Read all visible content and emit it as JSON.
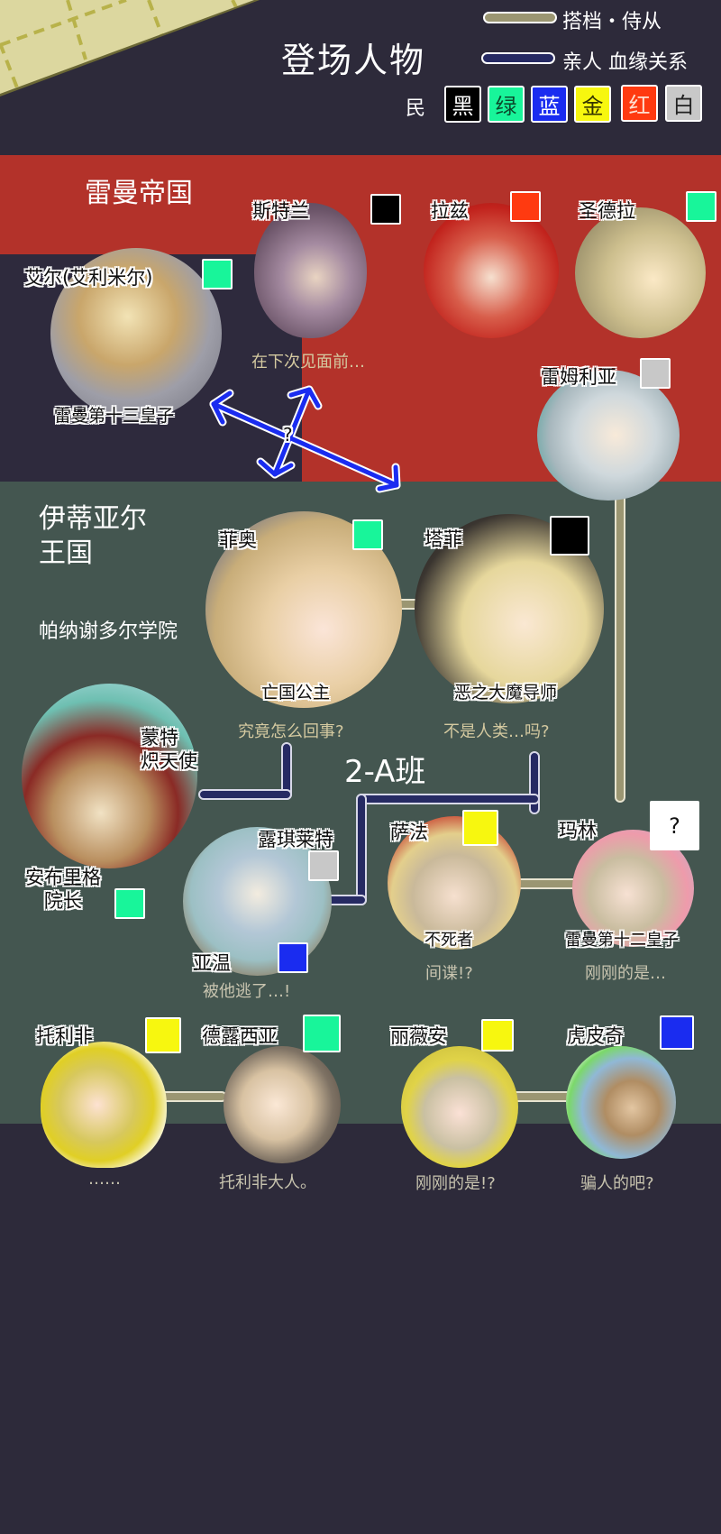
{
  "header": {
    "title": "登场人物",
    "legend": {
      "partner": {
        "label": "搭档・侍从",
        "color": "#9b9672"
      },
      "kin": {
        "label": "亲人 血缘关系",
        "color": "#262a63"
      }
    },
    "faction_label": "民",
    "factions": [
      {
        "label": "黑",
        "color": "#000000",
        "text": "#ffffff"
      },
      {
        "label": "绿",
        "color": "#18f59a",
        "text": "#0b4a2c"
      },
      {
        "label": "蓝",
        "color": "#1a2cf0",
        "text": "#ffffff"
      },
      {
        "label": "金",
        "color": "#f7f70f",
        "text": "#333300"
      },
      {
        "label": "红",
        "color": "#ff3a10",
        "text": "#ffe0d0"
      },
      {
        "label": "白",
        "color": "#c8c8c8",
        "text": "#222222"
      }
    ]
  },
  "regions": {
    "reman": {
      "title": "雷曼帝国",
      "color": "#b3322a"
    },
    "ital": {
      "title_line1": "伊蒂亚尔",
      "title_line2": "王国",
      "academy": "帕纳谢多尔学院",
      "color": "#445650"
    },
    "class": {
      "label": "2-A班"
    }
  },
  "relation_marker": "?",
  "characters": {
    "el": {
      "name": "艾尔(艾利米尔)",
      "title": "雷曼第十三皇子",
      "faction": "绿"
    },
    "stran": {
      "name": "斯特兰",
      "faction": "黑",
      "quote": "在下次见面前…"
    },
    "raz": {
      "name": "拉兹",
      "faction": "红"
    },
    "sandra": {
      "name": "圣德拉",
      "faction": "绿"
    },
    "lemuria": {
      "name": "雷姆利亚",
      "faction": "白"
    },
    "fio": {
      "name": "菲奥",
      "title": "亡国公主",
      "faction": "绿",
      "quote": "究竟怎么回事?"
    },
    "taphy": {
      "name": "塔菲",
      "title": "恶之大魔导师",
      "faction": "黑",
      "quote": "不是人类…吗?"
    },
    "mont": {
      "name_line1": "蒙特",
      "name_line2": "炽天使"
    },
    "ambrig": {
      "name_line1": "安布里格",
      "name_line2": "院长",
      "faction": "绿"
    },
    "luchilet": {
      "name": "露琪莱特",
      "faction": "白"
    },
    "yawen": {
      "name": "亚温",
      "faction": "蓝",
      "quote": "被他逃了…!"
    },
    "sapha": {
      "name": "萨法",
      "title": "不死者",
      "faction": "金",
      "quote": "间谍!?"
    },
    "marin": {
      "name": "玛林",
      "title": "雷曼第十二皇子",
      "faction_unknown": "?",
      "quote": "刚刚的是…"
    },
    "tolifi": {
      "name": "托利非",
      "faction": "金",
      "quote": "……"
    },
    "delucia": {
      "name": "德露西亚",
      "faction": "绿",
      "quote": "托利非大人。"
    },
    "livian": {
      "name": "丽薇安",
      "faction": "金",
      "quote": "刚刚的是!?"
    },
    "hupiqi": {
      "name": "虎皮奇",
      "faction": "蓝",
      "quote": "骗人的吧?"
    }
  }
}
